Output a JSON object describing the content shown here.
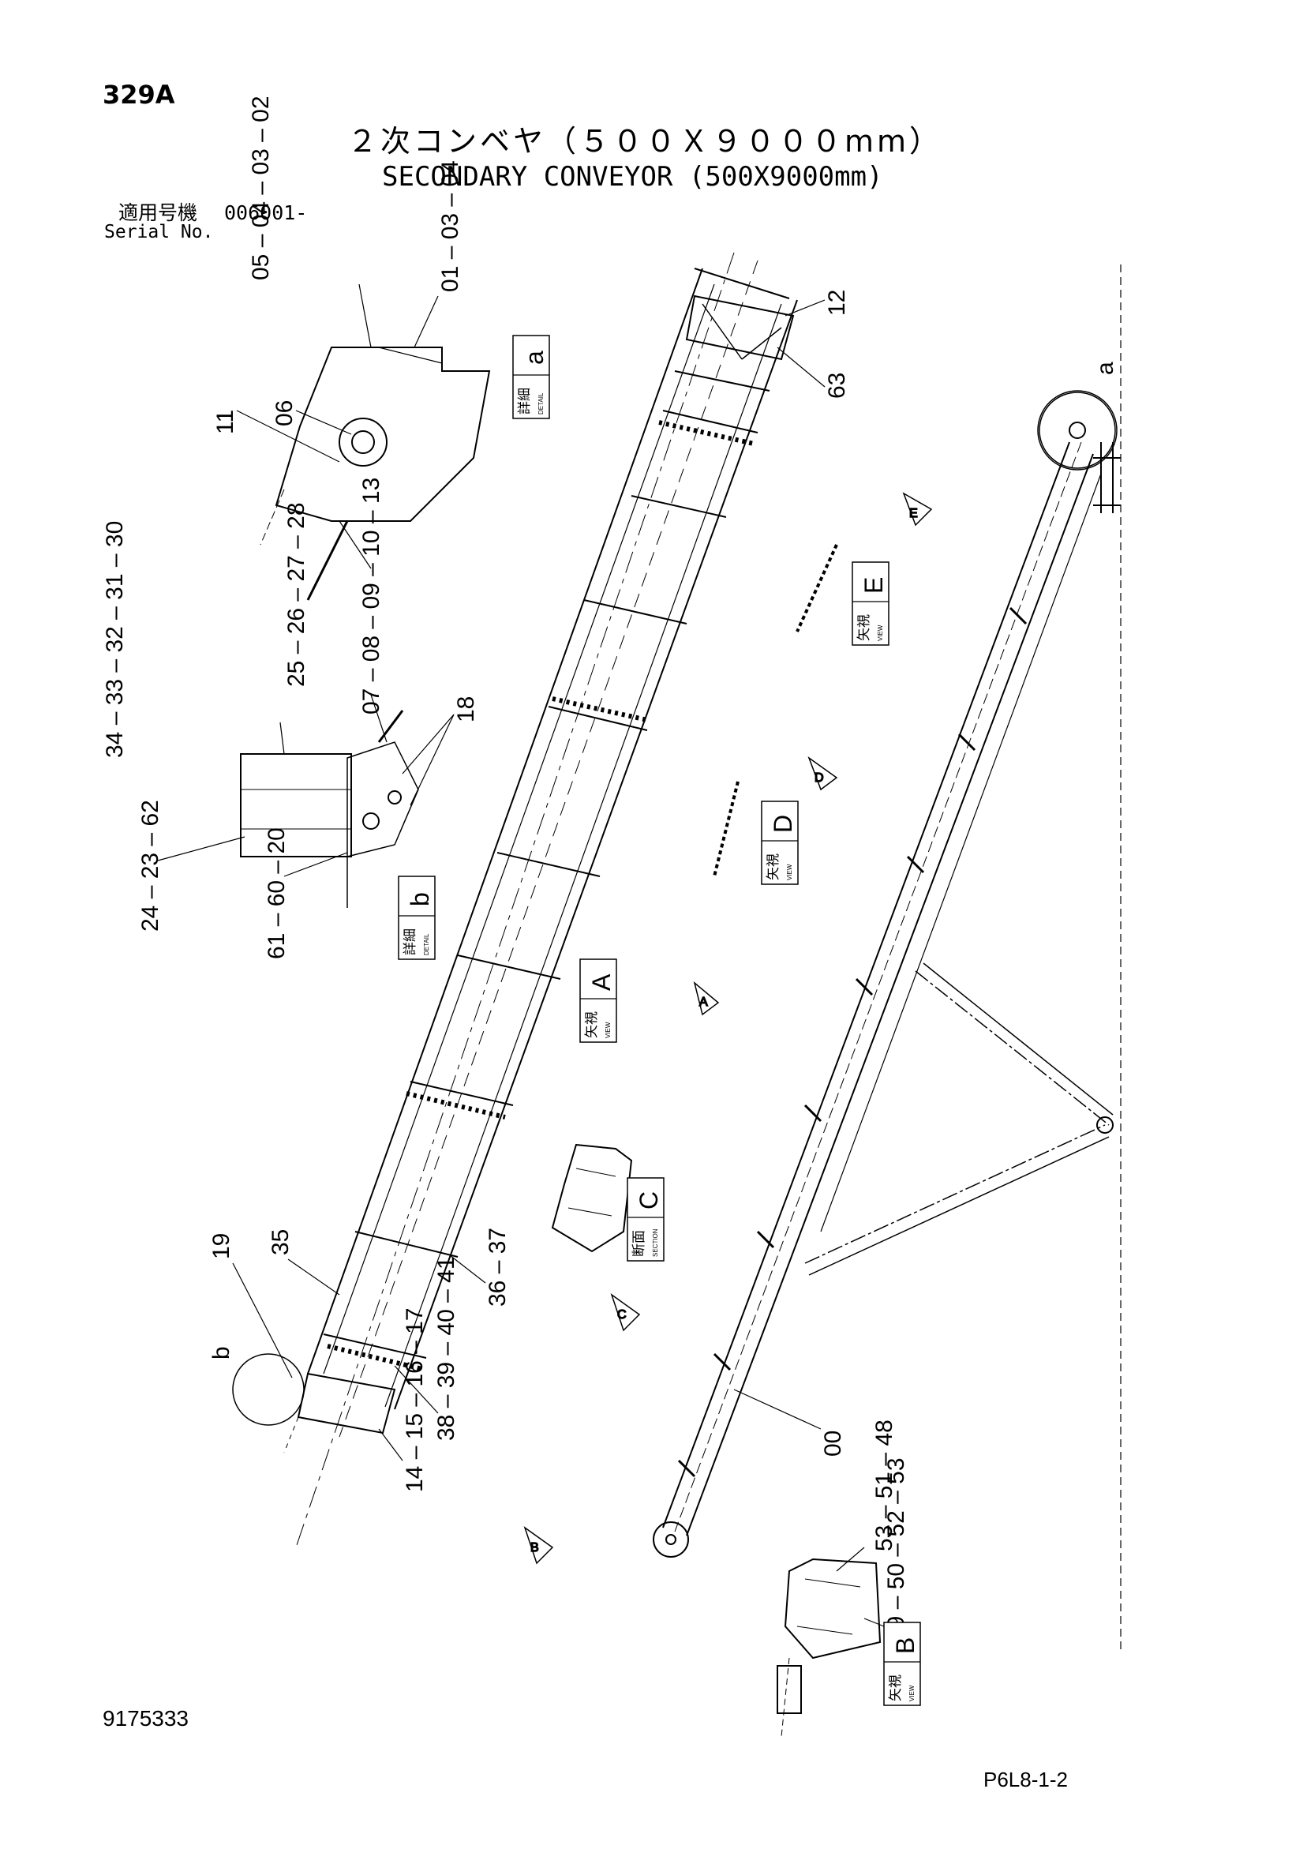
{
  "header": {
    "page_number": "329A",
    "title_jp": "２次コンベヤ（５００Ｘ９０００mm）",
    "title_en": "SECONDARY CONVEYOR (500X9000mm)",
    "serial_label_jp": "適用号機",
    "serial_value": "006001-",
    "serial_label_en": "Serial No."
  },
  "footer": {
    "doc_number": "9175333",
    "page_code": "P6L8-1-2"
  },
  "callouts": {
    "detail_a_top": "05 – 04 – 03 – 02",
    "detail_a_top2": "01 – 03 – 04",
    "detail_a_bottom": "07 – 08 – 09 – 10 – 13",
    "item_11": "11",
    "item_06": "06",
    "item_12": "12",
    "item_63": "63",
    "detail_b_top1": "34 – 33 – 32 – 31 – 30",
    "detail_b_top2": "25 – 26 – 27 – 28",
    "item_18": "18",
    "detail_b_left": "24 – 23 – 62",
    "detail_b_bottom": "61 – 60 – 20",
    "item_19": "19",
    "item_35": "35",
    "item_36_37": "36 – 37",
    "item_38_41": "38 – 39 – 40 – 41",
    "item_14_17": "14 – 15 – 16 – 17",
    "item_00": "00",
    "view_b_top1": "53 – 51 – 48",
    "view_b_top2": "49 – 50 – 52 – 53",
    "circle_a": "a",
    "circle_b": "b"
  },
  "labels": {
    "detail_a": {
      "jp": "詳細",
      "en": "DETAIL",
      "letter": "a"
    },
    "detail_b": {
      "jp": "詳細",
      "en": "DETAIL",
      "letter": "b"
    },
    "view_a": {
      "jp": "矢視",
      "en": "VIEW",
      "letter": "A"
    },
    "view_b": {
      "jp": "矢視",
      "en": "VIEW",
      "letter": "B"
    },
    "view_d": {
      "jp": "矢視",
      "en": "VIEW",
      "letter": "D"
    },
    "view_e": {
      "jp": "矢視",
      "en": "VIEW",
      "letter": "E"
    },
    "section_c": {
      "jp": "断面",
      "en": "SECTION",
      "letter": "C"
    }
  },
  "view_arrows": {
    "a": "A",
    "b": "B",
    "c": "C",
    "d": "D",
    "e": "E"
  }
}
